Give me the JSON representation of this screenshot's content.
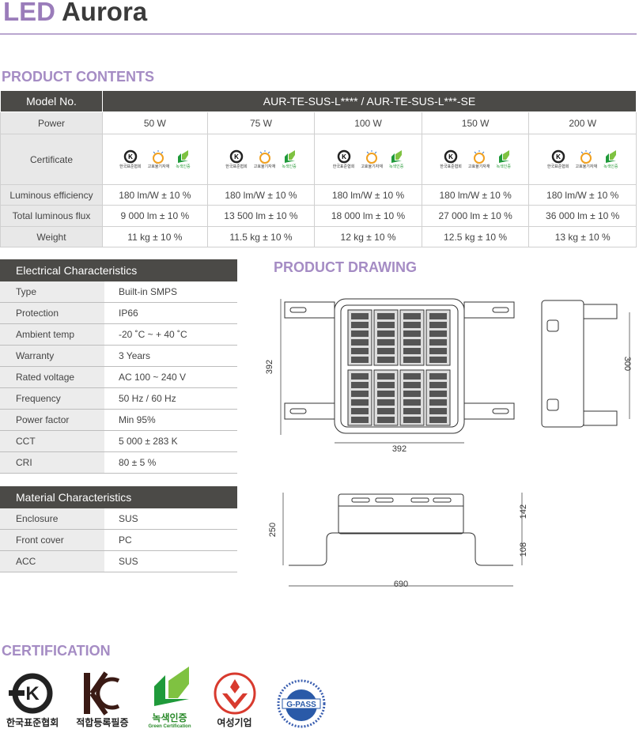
{
  "title": {
    "led": "LED",
    "name": "Aurora"
  },
  "product_contents": {
    "heading": "PRODUCT CONTENTS",
    "model_label": "Model No.",
    "model_value": "AUR-TE-SUS-L**** / AUR-TE-SUS-L***-SE",
    "rows": [
      {
        "label": "Power",
        "values": [
          "50 W",
          "75 W",
          "100 W",
          "150 W",
          "200 W"
        ]
      },
      {
        "label": "Certificate"
      },
      {
        "label": "Luminous efficiency",
        "values": [
          "180 lm/W ± 10 %",
          "180 lm/W ± 10 %",
          "180 lm/W ± 10 %",
          "180 lm/W ± 10 %",
          "180 lm/W ± 10 %"
        ]
      },
      {
        "label": "Total luminous flux",
        "values": [
          "9 000 lm ± 10 %",
          "13 500 lm ± 10 %",
          "18 000 lm ± 10 %",
          "27 000 lm ± 10 %",
          "36 000 lm ± 10 %"
        ]
      },
      {
        "label": "Weight",
        "values": [
          "11 kg ± 10 %",
          "11.5 kg ± 10 %",
          "12 kg ± 10 %",
          "12.5 kg ± 10 %",
          "13 kg ± 10 %"
        ]
      }
    ],
    "mini_cert_labels": [
      "한국표준협회",
      "고효율기자재",
      "녹색인증"
    ]
  },
  "electrical": {
    "heading": "Electrical Characteristics",
    "rows": [
      {
        "k": "Type",
        "v": "Built-in SMPS"
      },
      {
        "k": "Protection",
        "v": "IP66"
      },
      {
        "k": "Ambient temp",
        "v": "-20 ˚C ~ + 40 ˚C"
      },
      {
        "k": "Warranty",
        "v": "3 Years"
      },
      {
        "k": "Rated voltage",
        "v": "AC 100 ~ 240 V"
      },
      {
        "k": "Frequency",
        "v": "50 Hz / 60 Hz"
      },
      {
        "k": "Power factor",
        "v": "Min 95%"
      },
      {
        "k": "CCT",
        "v": "5 000 ± 283 K"
      },
      {
        "k": "CRI",
        "v": "80 ± 5 %"
      }
    ]
  },
  "material": {
    "heading": "Material Characteristics",
    "rows": [
      {
        "k": "Enclosure",
        "v": "SUS"
      },
      {
        "k": "Front cover",
        "v": "PC"
      },
      {
        "k": "ACC",
        "v": "SUS"
      }
    ]
  },
  "drawing": {
    "heading": "PRODUCT DRAWING",
    "dims": {
      "top_height": "392",
      "top_width": "392",
      "side_height": "300",
      "front_total": "250",
      "front_body": "142",
      "front_bracket": "108",
      "front_width": "690"
    }
  },
  "certification": {
    "heading": "CERTIFICATION",
    "logos": [
      {
        "label": "한국표준협회"
      },
      {
        "label": "적합등록필증"
      },
      {
        "label": "녹색인증",
        "sub": "Green Certification"
      },
      {
        "label": "여성기업"
      },
      {
        "label": "G-PASS"
      }
    ]
  }
}
